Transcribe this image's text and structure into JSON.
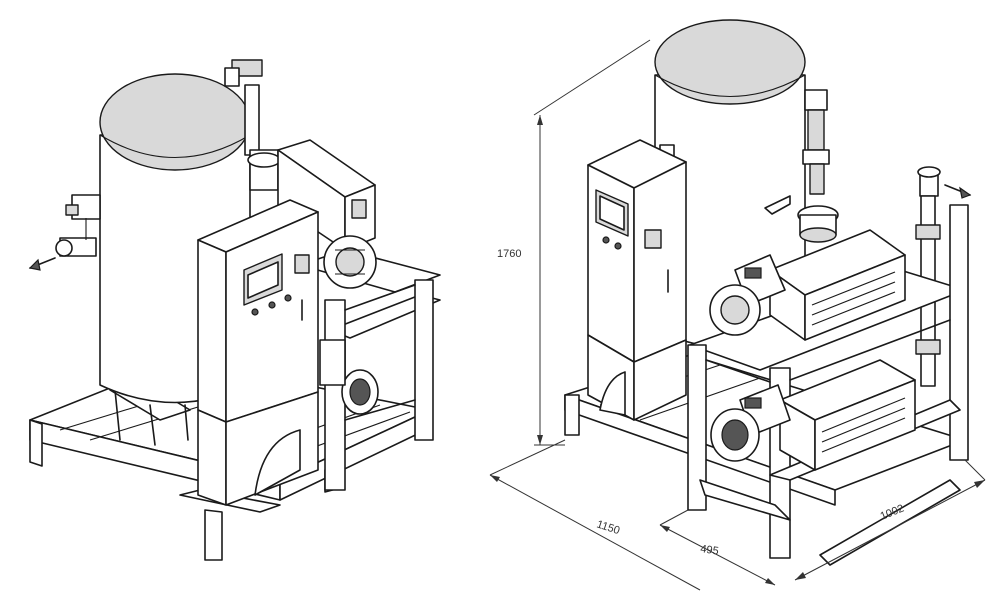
{
  "drawing": {
    "dimensions": {
      "height": "1760",
      "length": "1150",
      "pump_module": "495",
      "depth": "1002"
    }
  }
}
